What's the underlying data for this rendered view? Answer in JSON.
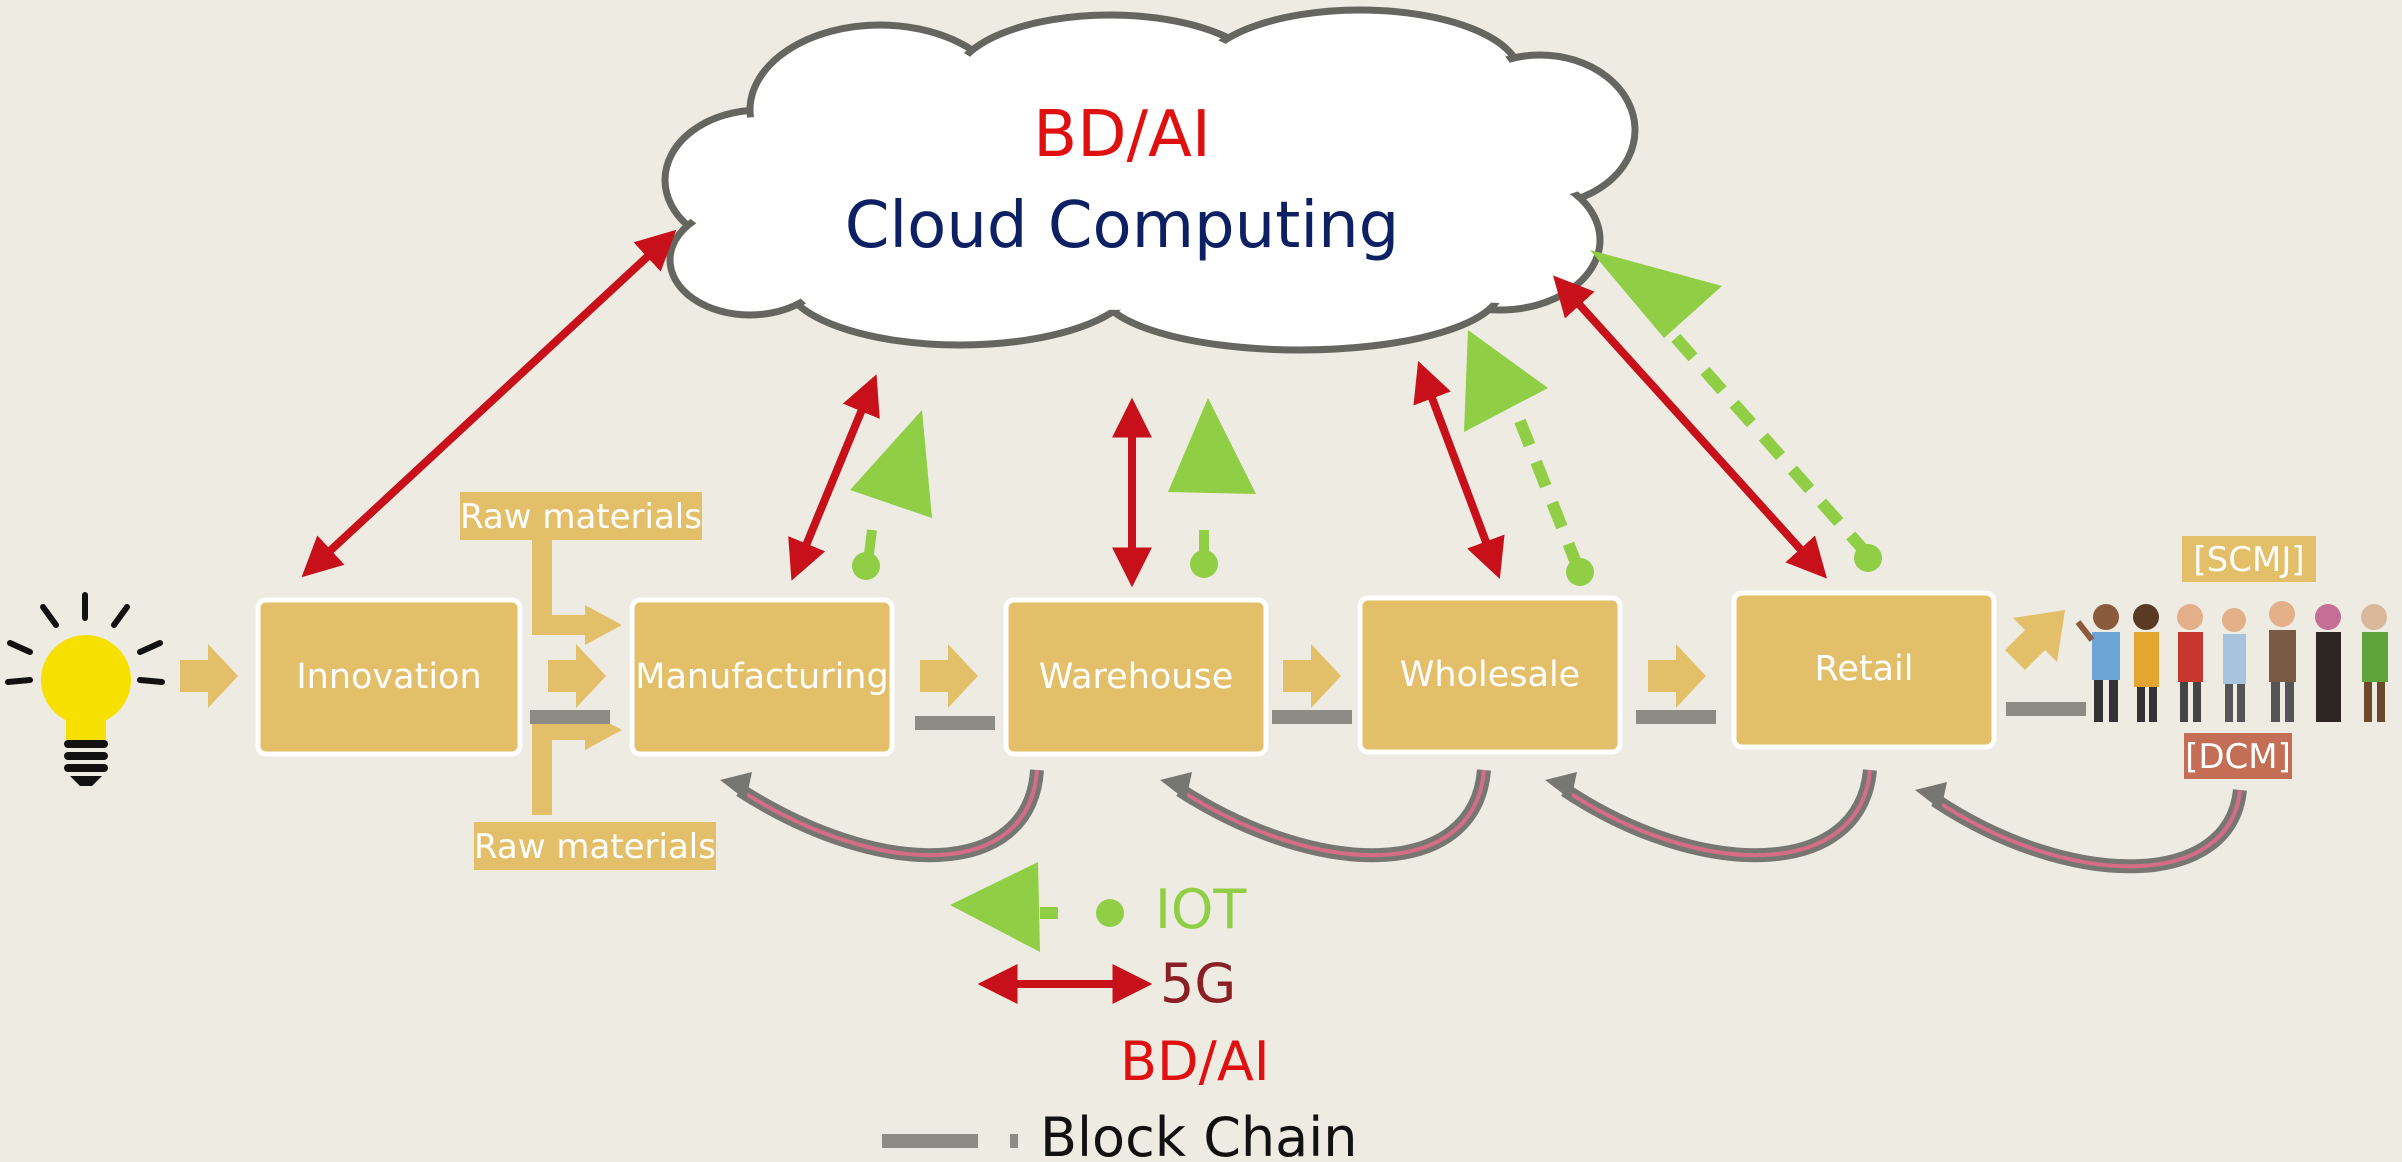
{
  "cloud": {
    "line1": "BD/AI",
    "line2": "Cloud  Computing"
  },
  "stages": [
    {
      "label": "Innovation"
    },
    {
      "label": "Manufacturing"
    },
    {
      "label": "Warehouse"
    },
    {
      "label": "Wholesale"
    },
    {
      "label": "Retail"
    }
  ],
  "raw_materials": {
    "top": "Raw materials",
    "bottom": "Raw materials"
  },
  "tags": {
    "scmj": "[SCMJ]",
    "dcm": "[DCM]"
  },
  "legend": {
    "iot": "IOT",
    "fiveg": "5G",
    "bdai": "BD/AI",
    "blockchain": "Block Chain"
  },
  "colors": {
    "background": "#eeebe3",
    "stage_fill": "#e3bf69",
    "bd_ai_red": "#c8101a",
    "iot_green": "#8fce45",
    "blockchain_gray": "#8c8c84",
    "fiveg_text": "#8a1f25",
    "cloud_text_blue": "#0d2063",
    "dcm_tag": "#c46f55"
  },
  "icons": [
    "lightbulb-icon",
    "people-group-icon"
  ]
}
